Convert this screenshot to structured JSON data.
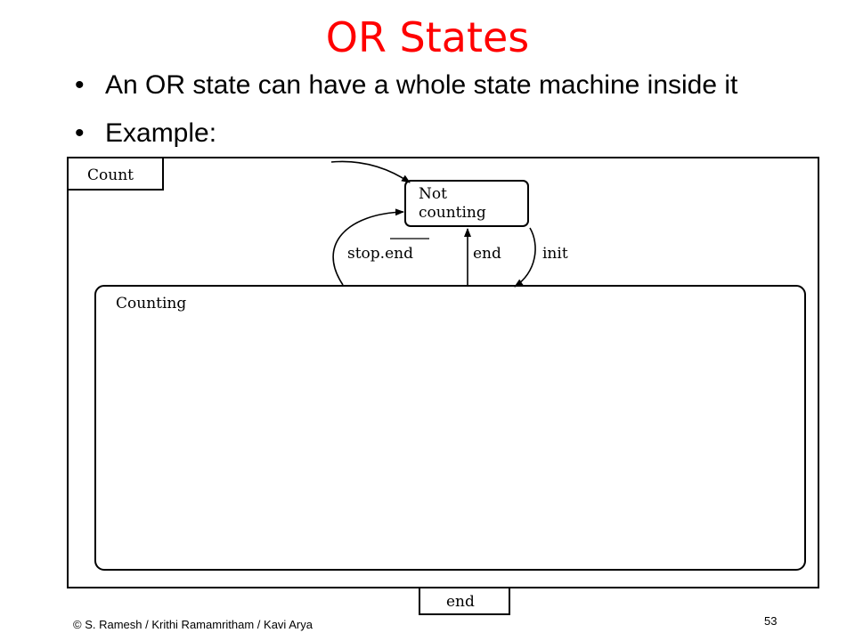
{
  "slide": {
    "title": "OR States",
    "bullets": [
      "An OR state can have a whole state machine inside it",
      "Example:"
    ],
    "bullet_glyph": "•",
    "footer": "© S. Ramesh / Krithi Ramamritham / Kavi Arya",
    "page_number": "53"
  },
  "diagram": {
    "outer_state": "Count",
    "not_counting_line1": "Not",
    "not_counting_line2": "counting",
    "counting_state": "Counting",
    "end_state": "end",
    "label_stop_end": "stop.end",
    "label_end": "end",
    "label_init": "init"
  }
}
